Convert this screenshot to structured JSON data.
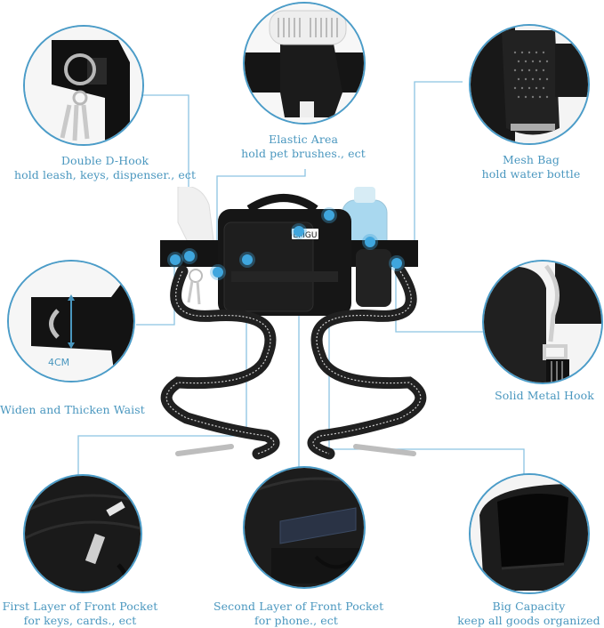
{
  "accent_color": "#4a97bf",
  "features": [
    {
      "id": "double-d-hook",
      "title": "Double D-Hook",
      "subtitle": "hold leash, keys, dispenser., ect"
    },
    {
      "id": "elastic-area",
      "title": "Elastic Area",
      "subtitle": "hold pet brushes., ect"
    },
    {
      "id": "mesh-bag",
      "title": "Mesh Bag",
      "subtitle": "hold water bottle"
    },
    {
      "id": "waist",
      "title": "Widen and Thicken Waist",
      "subtitle": ""
    },
    {
      "id": "metal-hook",
      "title": "Solid Metal Hook",
      "subtitle": ""
    },
    {
      "id": "first-layer",
      "title": "First Layer of Front Pocket",
      "subtitle": "for keys, cards., ect"
    },
    {
      "id": "second-layer",
      "title": "Second Layer of Front Pocket",
      "subtitle": "for phone., ect"
    },
    {
      "id": "big-capacity",
      "title": "Big Capacity",
      "subtitle": "keep all goods organized"
    }
  ],
  "waist_measure": "4CM",
  "brand_badge": "EMGU"
}
